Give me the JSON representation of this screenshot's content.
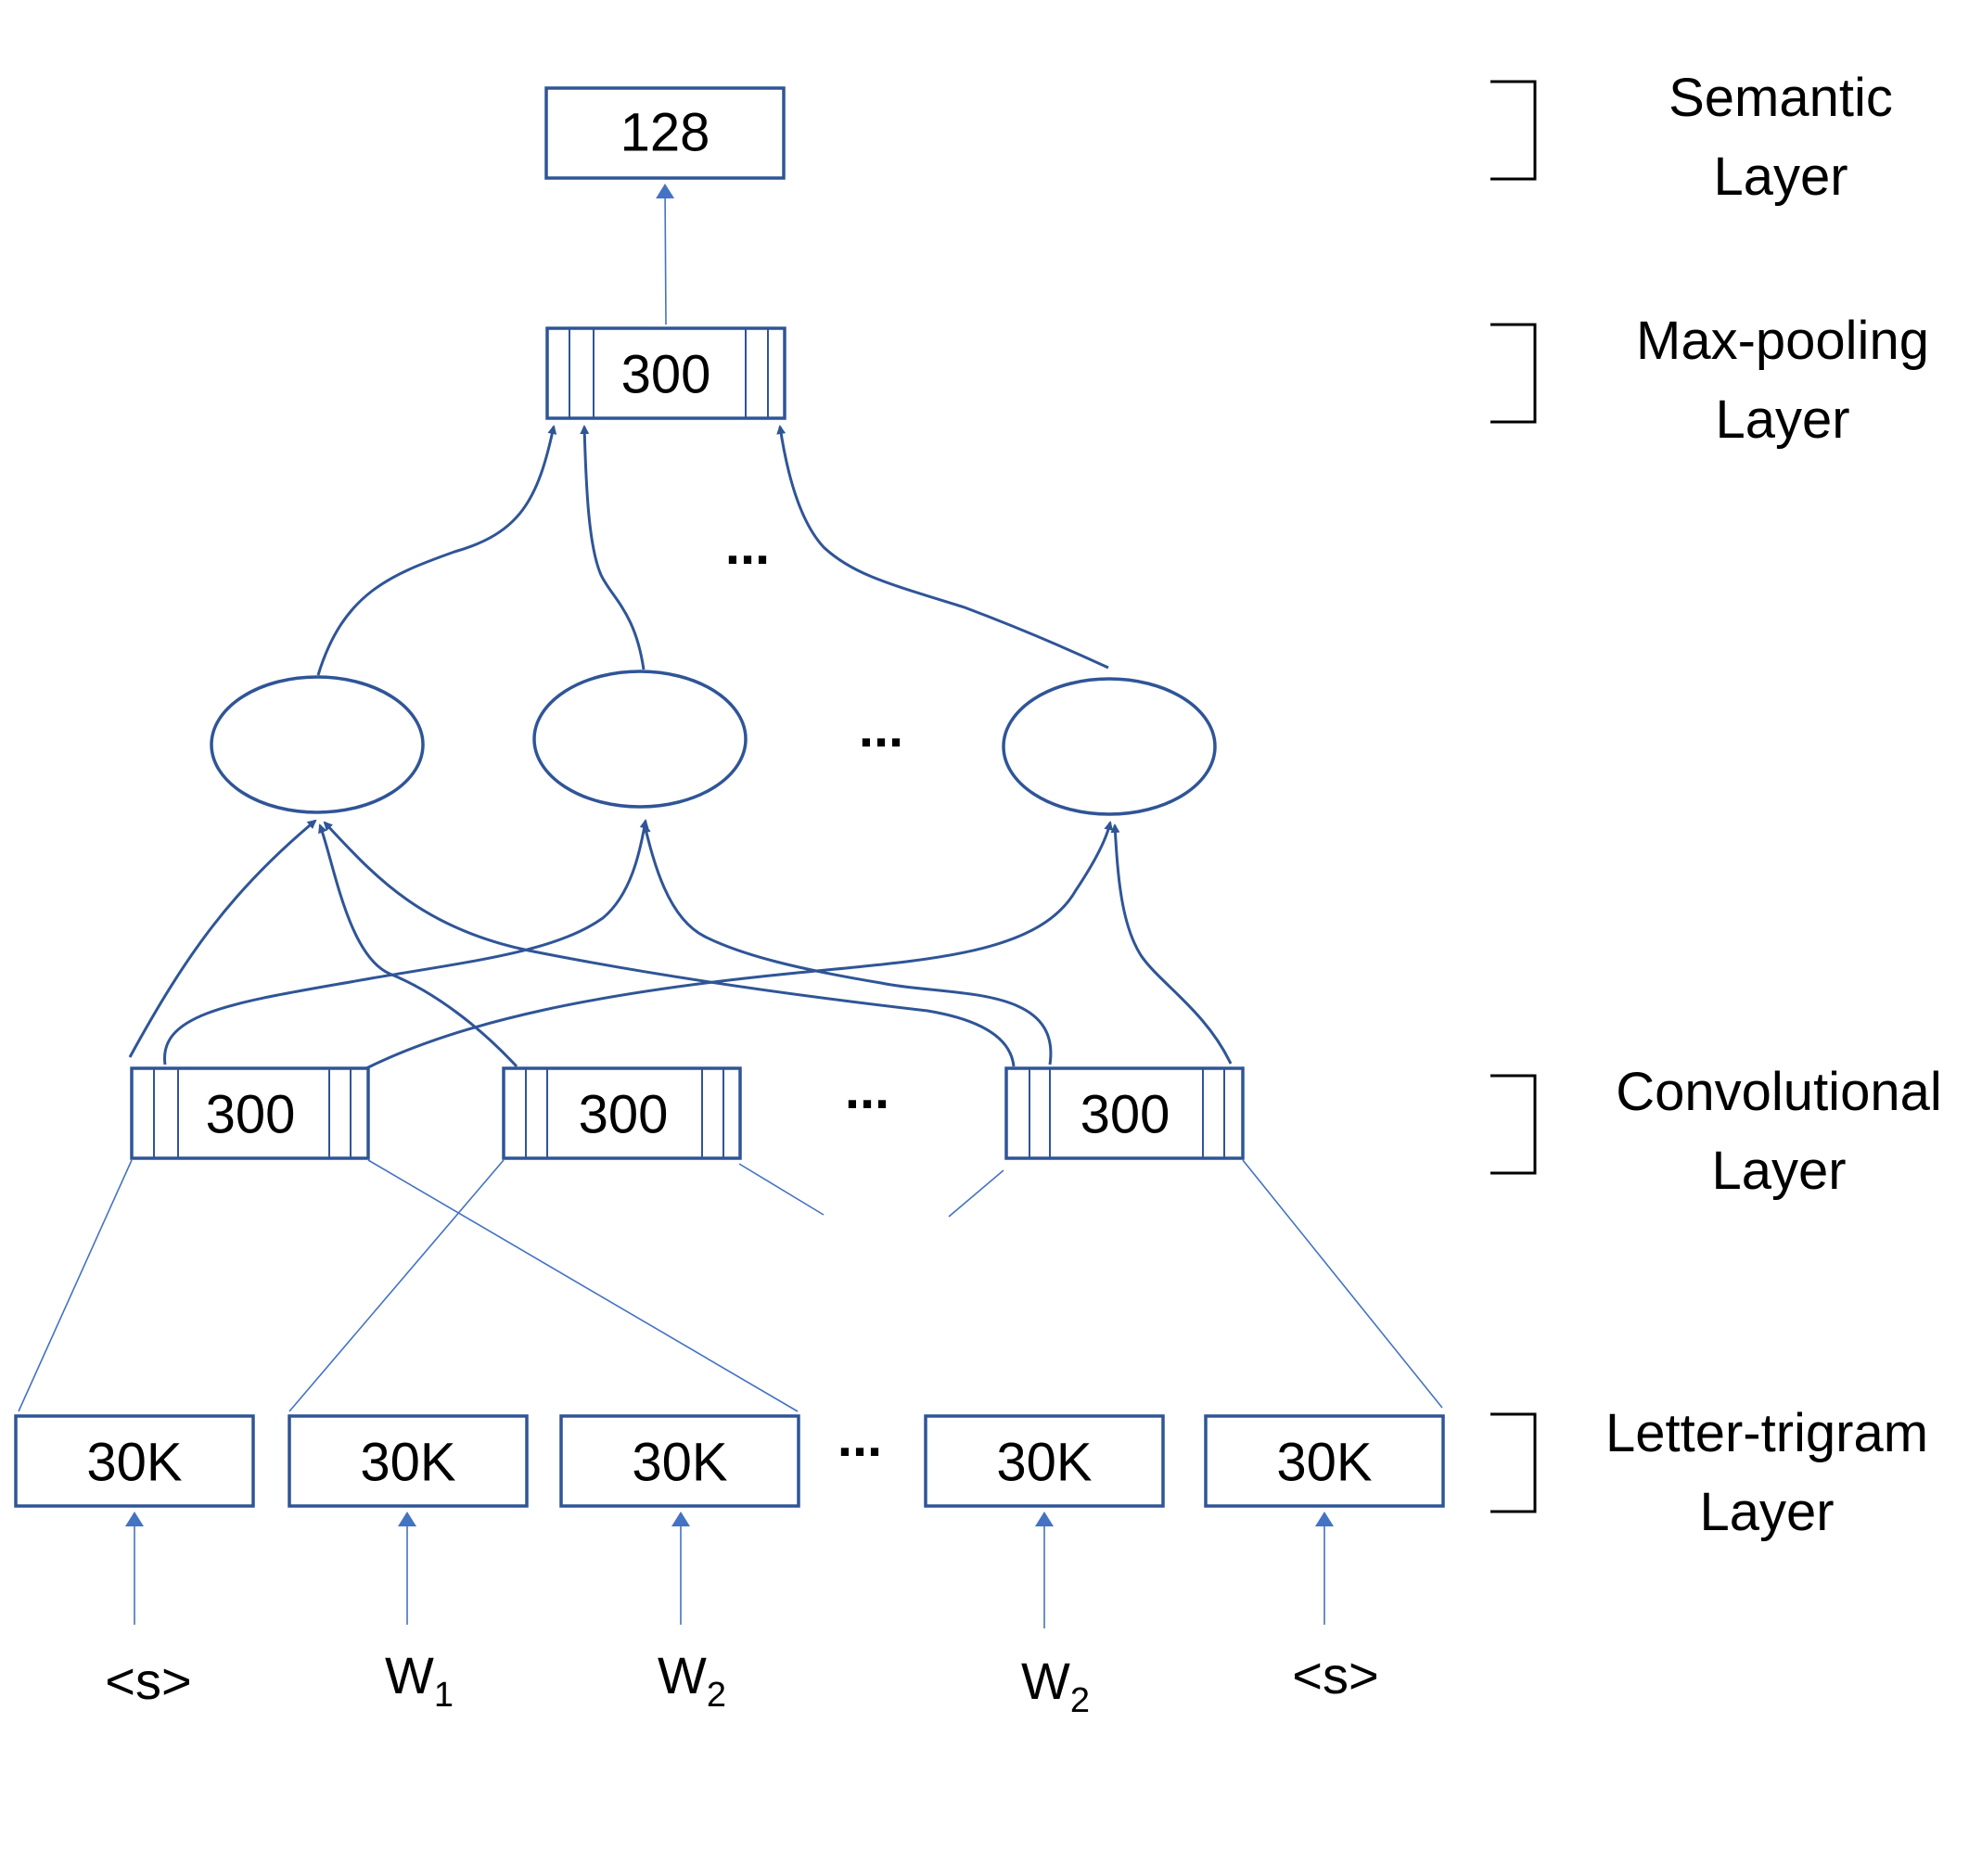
{
  "colors": {
    "box_stroke": "#2f5597",
    "thin_connector": "#4472c4",
    "text": "#000000",
    "background": "#ffffff"
  },
  "nodes": {
    "semantic": "128",
    "maxpool": "300",
    "conv": [
      "300",
      "300",
      "300"
    ],
    "trigram": [
      "30K",
      "30K",
      "30K",
      "30K",
      "30K"
    ]
  },
  "ellipsis": "...",
  "inputs": [
    {
      "base": "<s>",
      "sub": ""
    },
    {
      "base": "W",
      "sub": "1"
    },
    {
      "base": "W",
      "sub": "2"
    },
    {
      "base": "W",
      "sub": "2"
    },
    {
      "base": "<s>",
      "sub": ""
    }
  ],
  "layers": [
    {
      "line1": "Semantic",
      "line2": "Layer"
    },
    {
      "line1": "Max-pooling",
      "line2": "Layer"
    },
    {
      "line1": "Convolutional",
      "line2": "Layer"
    },
    {
      "line1": "Letter-trigram",
      "line2": "Layer"
    }
  ]
}
